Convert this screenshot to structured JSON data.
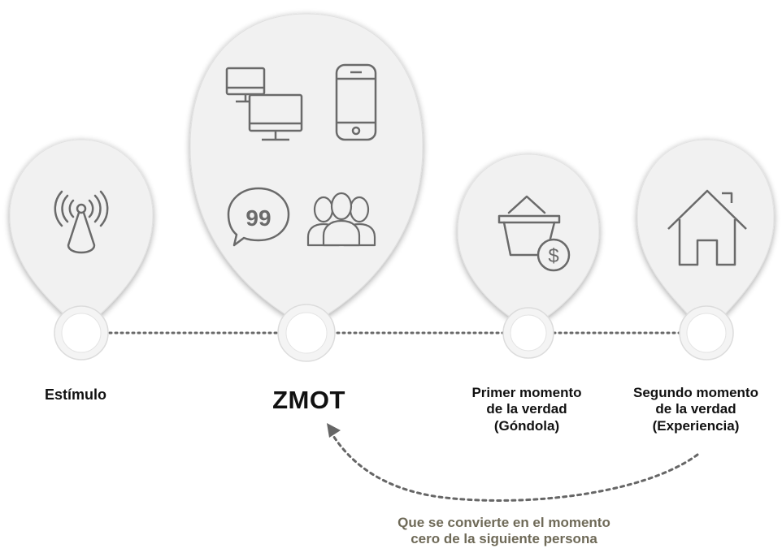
{
  "stages": [
    {
      "name": "estimulo",
      "label_lines": [
        "Estímulo"
      ],
      "icons": [
        "broadcast-antenna-icon"
      ]
    },
    {
      "name": "zmot",
      "label_lines": [
        "ZMOT"
      ],
      "icons": [
        "desktop-computers-icon",
        "smartphone-icon",
        "quote-bubble-icon",
        "people-group-icon"
      ]
    },
    {
      "name": "primer-momento",
      "label_lines": [
        "Primer momento",
        "de la verdad",
        "(Góndola)"
      ],
      "icons": [
        "shopping-basket-dollar-icon"
      ]
    },
    {
      "name": "segundo-momento",
      "label_lines": [
        "Segundo momento",
        "de la verdad",
        "(Experiencia)"
      ],
      "icons": [
        "house-icon"
      ]
    }
  ],
  "footer_lines": [
    "Que se convierte en el momento",
    "cero de la siguiente persona"
  ],
  "colors": {
    "bubble_fill": "#f1f1f1",
    "icon_stroke": "#6a6a6a",
    "dotted_line": "#6a6a6a",
    "arrow": "#666666",
    "label_text": "#111111",
    "footer_text": "#6f6a58"
  }
}
